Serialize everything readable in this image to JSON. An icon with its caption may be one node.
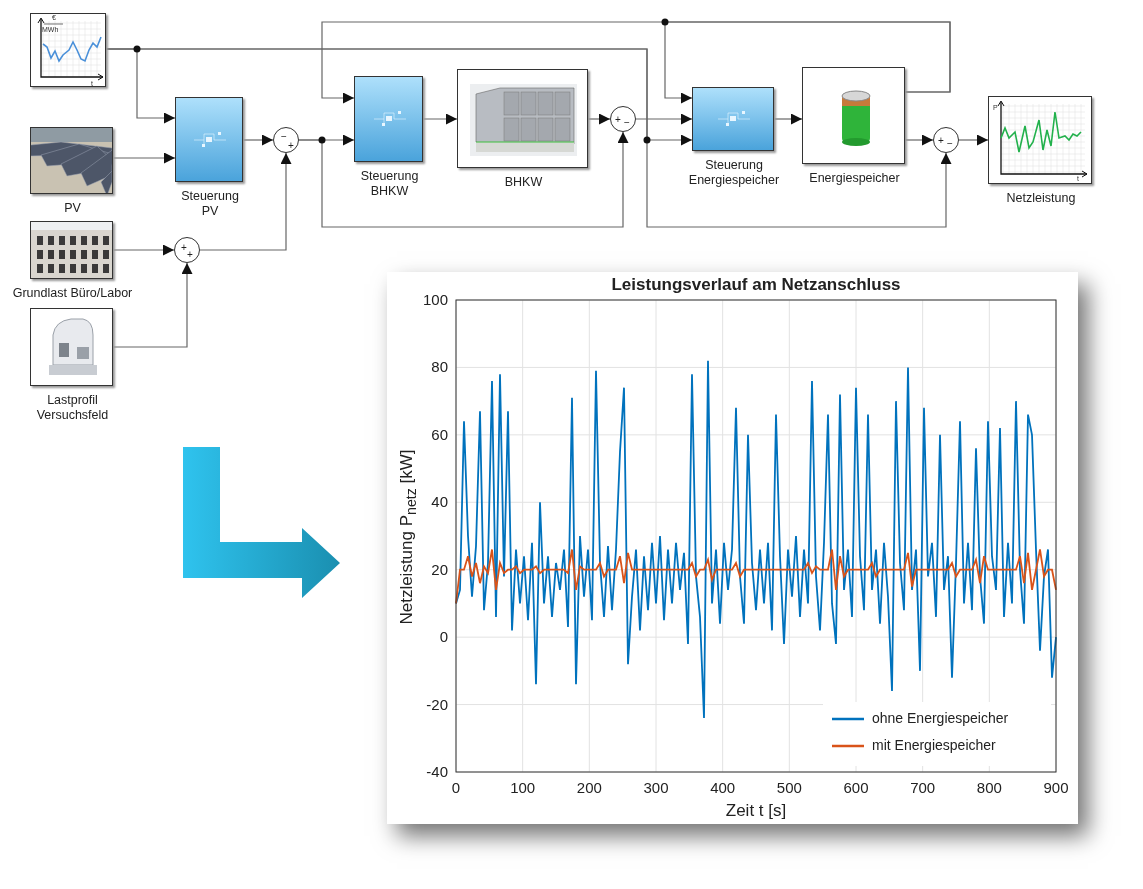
{
  "diagram": {
    "nodes": [
      {
        "text": [],
        "shape": "picture"
      },
      {
        "text": [
          "PV"
        ]
      },
      {
        "text": [
          "Grundlast Büro/Labor"
        ]
      },
      {
        "text": [
          "Lastprofil Versuchsfeld"
        ]
      },
      {
        "text": [
          "Steuerung PV"
        ]
      },
      {
        "text": [
          "−",
          "+"
        ]
      },
      {
        "text": [
          "+",
          "+"
        ]
      },
      {
        "text": [
          "Steuerung BHKW"
        ]
      },
      {
        "text": [
          "BHKW"
        ]
      },
      {
        "text": [
          "+",
          "−"
        ]
      },
      {
        "text": [
          "Steuerung Energiespeicher"
        ]
      },
      {
        "text": [
          "Energiespeicher"
        ]
      },
      {
        "text": [
          "+",
          "−"
        ]
      },
      {
        "text": [
          "Netzleistung"
        ]
      }
    ],
    "edges": [
      {
        "from": 0,
        "to": 4,
        "arrow": "to"
      },
      {
        "from": 0,
        "to": 10,
        "arrow": "to"
      },
      {
        "from": 0,
        "to": 12,
        "arrow": "to"
      },
      {
        "from": 1,
        "to": 4,
        "arrow": "to"
      },
      {
        "from": 4,
        "to": 5,
        "arrow": "to"
      },
      {
        "from": 2,
        "to": 6,
        "arrow": "to"
      },
      {
        "from": 3,
        "to": 6,
        "arrow": "to"
      },
      {
        "from": 6,
        "to": 5,
        "arrow": "to"
      },
      {
        "from": 5,
        "to": 7,
        "arrow": "to"
      },
      {
        "from": 5,
        "to": 9,
        "arrow": "to"
      },
      {
        "from": 7,
        "to": 8,
        "arrow": "to"
      },
      {
        "from": 8,
        "to": 9,
        "arrow": "to"
      },
      {
        "from": 9,
        "to": 10,
        "arrow": "to"
      },
      {
        "from": 10,
        "to": 11,
        "arrow": "to"
      },
      {
        "from": 11,
        "to": 7,
        "arrow": "to"
      },
      {
        "from": 11,
        "to": 10,
        "arrow": "to"
      },
      {
        "from": 11,
        "to": 12,
        "arrow": "to"
      },
      {
        "from": 12,
        "to": 13,
        "arrow": "to"
      }
    ],
    "labels": [
      "€",
      "MWh",
      "t",
      "P",
      "t"
    ],
    "chart_data": {
      "type": "line",
      "title": "Leistungsverlauf am Netzanschluss",
      "xlabel": "Zeit t [s]",
      "ylabel": "Netzleistung P$_{netz}$ [kW]",
      "x": [
        0,
        6,
        12,
        18,
        24,
        30,
        36,
        42,
        48,
        54,
        60,
        66,
        72,
        78,
        84,
        90,
        96,
        102,
        108,
        114,
        120,
        126,
        132,
        138,
        144,
        150,
        156,
        162,
        168,
        174,
        180,
        186,
        192,
        198,
        204,
        210,
        216,
        222,
        228,
        234,
        240,
        246,
        252,
        258,
        264,
        270,
        276,
        282,
        288,
        294,
        300,
        306,
        312,
        318,
        324,
        330,
        336,
        342,
        348,
        354,
        360,
        366,
        372,
        378,
        384,
        390,
        396,
        402,
        408,
        414,
        420,
        426,
        432,
        438,
        444,
        450,
        456,
        462,
        468,
        474,
        480,
        486,
        492,
        498,
        504,
        510,
        516,
        522,
        528,
        534,
        540,
        546,
        552,
        558,
        564,
        570,
        576,
        582,
        588,
        594,
        600,
        606,
        612,
        618,
        624,
        630,
        636,
        642,
        648,
        654,
        660,
        666,
        672,
        678,
        684,
        690,
        696,
        702,
        708,
        714,
        720,
        726,
        732,
        738,
        744,
        750,
        756,
        762,
        768,
        774,
        780,
        786,
        792,
        798,
        804,
        810,
        816,
        822,
        828,
        834,
        840,
        846,
        852,
        858,
        864,
        870,
        876,
        882,
        888,
        894,
        900
      ],
      "series": [
        {
          "name": "ohne Energiespeicher",
          "color": "#0072bd",
          "values": [
            10,
            14,
            64,
            30,
            12,
            27,
            67,
            8,
            22,
            76,
            6,
            78,
            18,
            67,
            2,
            26,
            10,
            24,
            5,
            28,
            -14,
            40,
            10,
            24,
            6,
            22,
            14,
            26,
            3,
            71,
            -14,
            30,
            12,
            26,
            5,
            79,
            22,
            6,
            27,
            8,
            26,
            55,
            74,
            -8,
            12,
            26,
            2,
            24,
            8,
            28,
            10,
            30,
            5,
            26,
            10,
            28,
            14,
            25,
            -2,
            78,
            18,
            6,
            -24,
            82,
            10,
            26,
            4,
            28,
            14,
            26,
            68,
            18,
            4,
            60,
            22,
            8,
            26,
            10,
            28,
            2,
            66,
            24,
            -2,
            26,
            12,
            30,
            6,
            26,
            10,
            76,
            18,
            2,
            28,
            66,
            10,
            -2,
            72,
            14,
            26,
            6,
            74,
            24,
            8,
            66,
            14,
            26,
            4,
            28,
            12,
            -16,
            70,
            22,
            8,
            80,
            14,
            26,
            -10,
            68,
            18,
            28,
            6,
            60,
            14,
            24,
            -12,
            22,
            64,
            10,
            28,
            8,
            56,
            18,
            4,
            64,
            24,
            14,
            62,
            6,
            28,
            10,
            70,
            20,
            4,
            66,
            60,
            26,
            -4,
            18,
            26,
            -12,
            0
          ]
        },
        {
          "name": "mit Energiespeicher",
          "color": "#d95319",
          "values": [
            10,
            20,
            20,
            24,
            18,
            22,
            16,
            21,
            19,
            26,
            14,
            22,
            19,
            20,
            20,
            21,
            19,
            20,
            20,
            20,
            21,
            19,
            20,
            20,
            20,
            20,
            20,
            20,
            19,
            26,
            14,
            21,
            20,
            20,
            20,
            20,
            22,
            18,
            20,
            20,
            20,
            24,
            16,
            25,
            20,
            20,
            20,
            20,
            20,
            20,
            20,
            20,
            20,
            20,
            20,
            20,
            20,
            20,
            20,
            22,
            18,
            20,
            20,
            23,
            17,
            20,
            20,
            20,
            20,
            20,
            22,
            18,
            20,
            20,
            20,
            20,
            20,
            20,
            20,
            20,
            20,
            20,
            20,
            20,
            20,
            20,
            20,
            20,
            22,
            19,
            21,
            20,
            20,
            20,
            26,
            14,
            24,
            18,
            20,
            20,
            20,
            20,
            20,
            20,
            22,
            18,
            20,
            20,
            20,
            20,
            20,
            20,
            20,
            25,
            15,
            20,
            20,
            20,
            20,
            20,
            20,
            20,
            20,
            20,
            22,
            18,
            20,
            20,
            20,
            20,
            23,
            16,
            24,
            20,
            20,
            20,
            20,
            20,
            20,
            20,
            20,
            24,
            16,
            25,
            14,
            20,
            26,
            18,
            20,
            20,
            14
          ]
        }
      ],
      "xlim": [
        0,
        900
      ],
      "ylim": [
        -40,
        100
      ],
      "xticks": [
        0,
        100,
        200,
        300,
        400,
        500,
        600,
        700,
        800,
        900
      ],
      "yticks": [
        -40,
        -20,
        0,
        20,
        40,
        60,
        80,
        100
      ],
      "grid": true
    }
  }
}
